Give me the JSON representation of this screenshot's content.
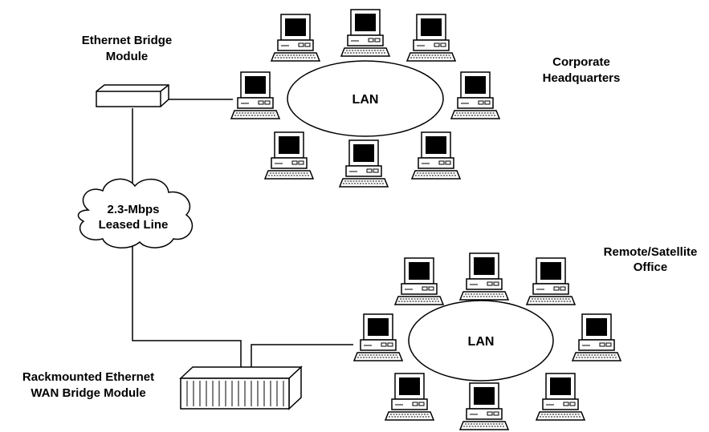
{
  "labels": {
    "bridge_module": [
      "Ethernet Bridge",
      "Module"
    ],
    "headquarters": [
      "Corporate",
      "Headquarters"
    ],
    "leased_line": [
      "2.3-Mbps",
      "Leased Line"
    ],
    "remote_office": [
      "Remote/Satellite",
      "Office"
    ],
    "rackmount_bridge": [
      "Rackmounted Ethernet",
      "WAN Bridge Module"
    ],
    "lan_top": "LAN",
    "lan_bottom": "LAN"
  },
  "colors": {
    "stroke": "#000000",
    "fill": "#ffffff"
  },
  "icons": {
    "workstation": "desktop-computer-icon",
    "bridge": "network-bridge-icon",
    "rack": "rackmount-chassis-icon",
    "cloud": "leased-line-cloud-icon"
  }
}
